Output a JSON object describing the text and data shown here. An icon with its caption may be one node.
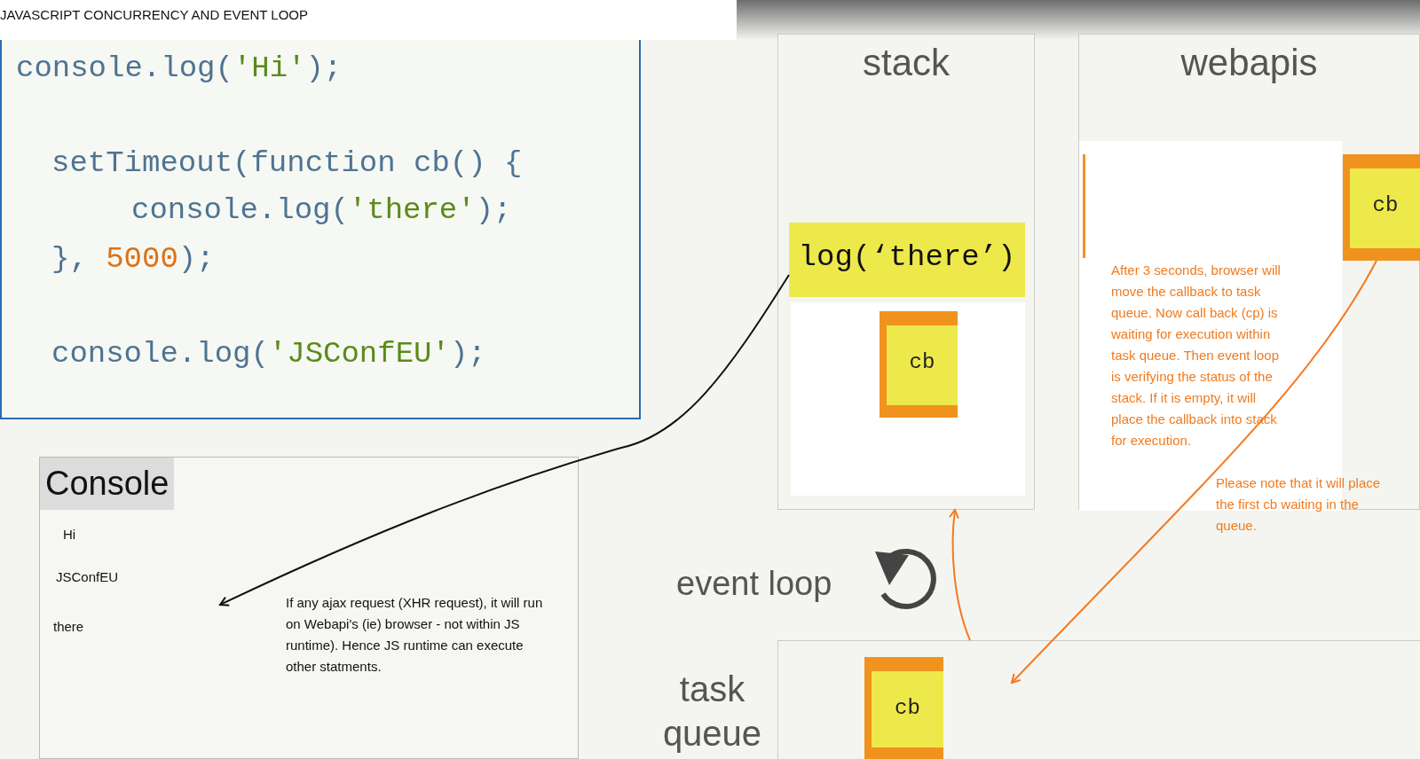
{
  "diagram": {
    "title": "JAVASCRIPT CONCURRENCY AND EVENT LOOP",
    "nodes": [
      {
        "text": [
          "console.log('Hi');",
          "setTimeout(function cb() {",
          "console.log('there');",
          "}, 5000);",
          "console.log('JSConfEU');"
        ]
      },
      {
        "text": [
          "stack"
        ]
      },
      {
        "text": [
          "log(‘there’)"
        ],
        "in": 1
      },
      {
        "text": [
          "cb"
        ],
        "in": 1
      },
      {
        "text": [
          "webapis"
        ]
      },
      {
        "text": [
          "cb"
        ],
        "in": 4
      },
      {
        "text": [
          "Console",
          "Hi",
          "JSConfEU",
          "there"
        ]
      },
      {
        "text": [
          "task queue"
        ]
      },
      {
        "text": [
          "cb"
        ],
        "in": 7
      }
    ],
    "edges": [
      {
        "from": 2,
        "to": 6,
        "arrow": "to",
        "color": "#111111"
      },
      {
        "from": 5,
        "to": 7,
        "arrow": "to"
      },
      {
        "from": 7,
        "to": 1,
        "arrow": "to"
      }
    ],
    "labels": [
      "If any ajax request (XHR request), it will run on Webapi's (ie) browser - not within JS runtime). Hence JS runtime can execute other statments.",
      "After 3 seconds, browser will move the callback to task queue. Now call back (cp) is waiting for execution within task queue. Then event loop is verifying the status of the stack. If it is empty, it will place the callback into stack for execution.",
      "Please note that it will place the first cb waiting in the queue.",
      "event loop"
    ]
  }
}
